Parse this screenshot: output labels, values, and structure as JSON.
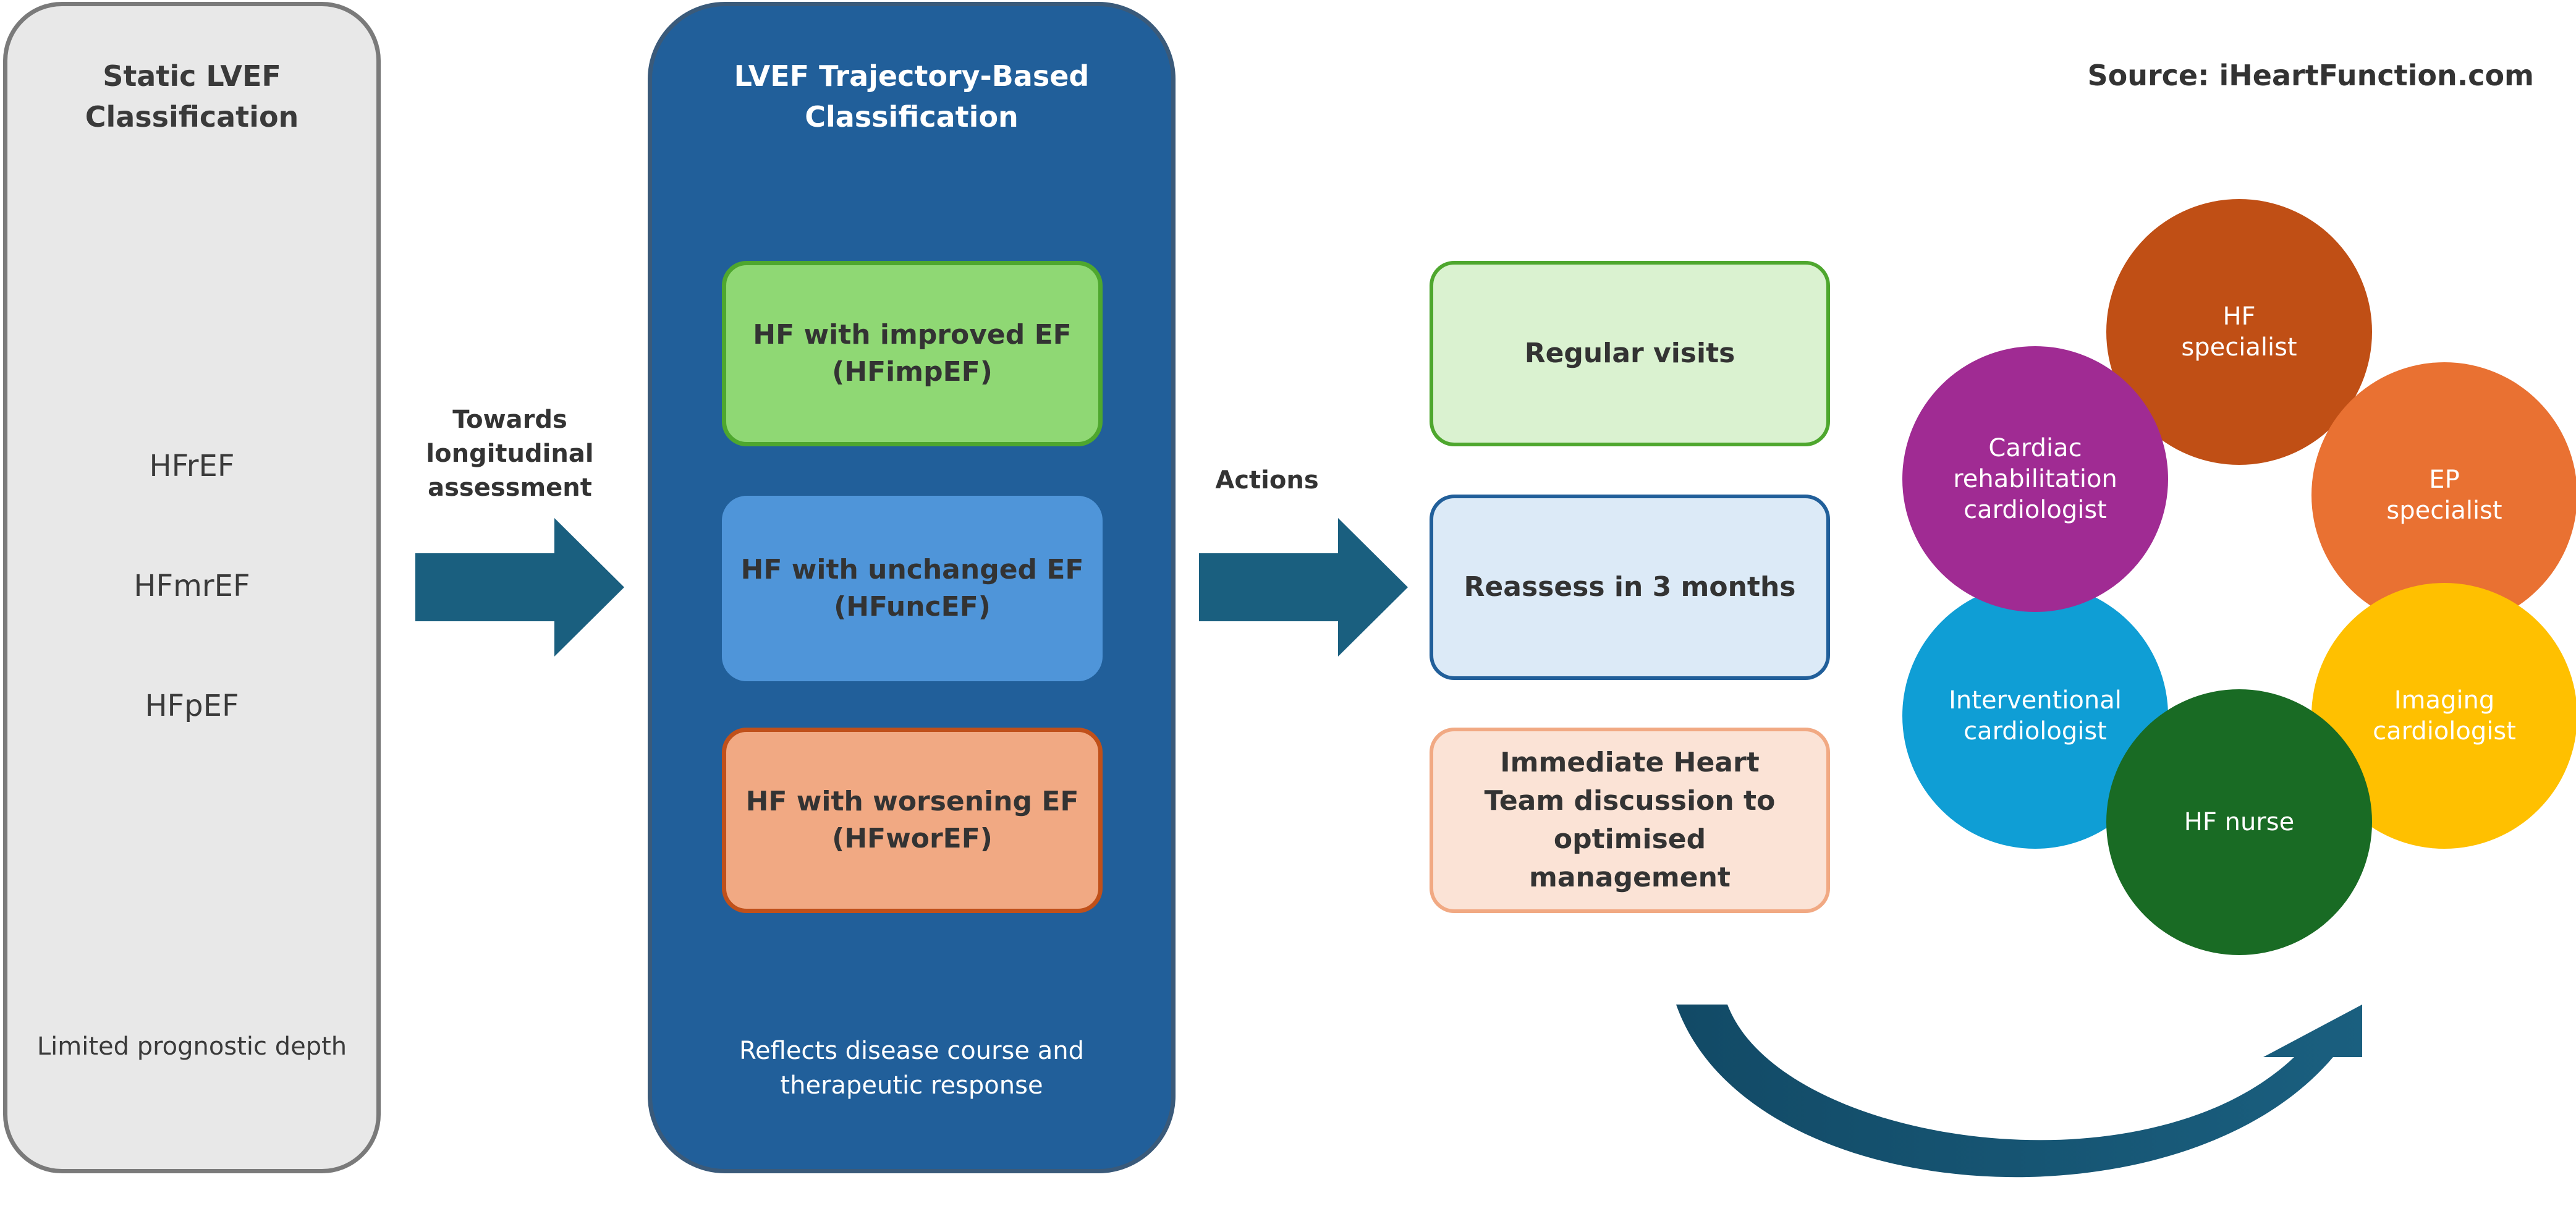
{
  "source": "Source: iHeartFunction.com",
  "static_panel": {
    "title": "Static LVEF Classification",
    "items": [
      "HFrEF",
      "HFmrEF",
      "HFpEF"
    ],
    "footer": "Limited prognostic depth"
  },
  "arrow1_label": "Towards longitudinal assessment",
  "trajectory_panel": {
    "title": "LVEF Trajectory-Based Classification",
    "categories": [
      {
        "line1": "HF with improved EF",
        "line2": "(HFimpEF)",
        "fill": "#8fd874",
        "border": "#4ea72e"
      },
      {
        "line1": "HF with unchanged EF",
        "line2": "(HFuncEF)",
        "fill": "#4f95d9",
        "border": "#4f95d9"
      },
      {
        "line1": "HF with worsening EF",
        "line2": "(HFworEF)",
        "fill": "#f1a983",
        "border": "#c0501a"
      }
    ],
    "footer_line1": "Reflects disease course and",
    "footer_line2": "therapeutic response"
  },
  "arrow2_label": "Actions",
  "actions": [
    {
      "text": "Regular visits",
      "fill": "#daf2d0",
      "border": "#4ea72e"
    },
    {
      "text": "Reassess in 3 months",
      "fill": "#dceaf7",
      "border": "#215f9a"
    },
    {
      "text": "Immediate Heart Team discussion to optimised management",
      "fill": "#fbe3d6",
      "border": "#f1a983"
    }
  ],
  "team": [
    {
      "line1": "HF",
      "line2": "specialist",
      "line3": "",
      "color": "#c04f15"
    },
    {
      "line1": "EP",
      "line2": "specialist",
      "line3": "",
      "color": "#e97132"
    },
    {
      "line1": "Imaging",
      "line2": "cardiologist",
      "line3": "",
      "color": "#ffc000"
    },
    {
      "line1": "HF nurse",
      "line2": "",
      "line3": "",
      "color": "#196b24"
    },
    {
      "line1": "Interventional",
      "line2": "cardiologist",
      "line3": "",
      "color": "#0f9ed5"
    },
    {
      "line1": "Cardiac",
      "line2": "rehabilitation",
      "line3": "cardiologist",
      "color": "#a02b93"
    }
  ],
  "colors": {
    "arrow": "#1a5f7f",
    "arrow_dark": "#124a66"
  }
}
